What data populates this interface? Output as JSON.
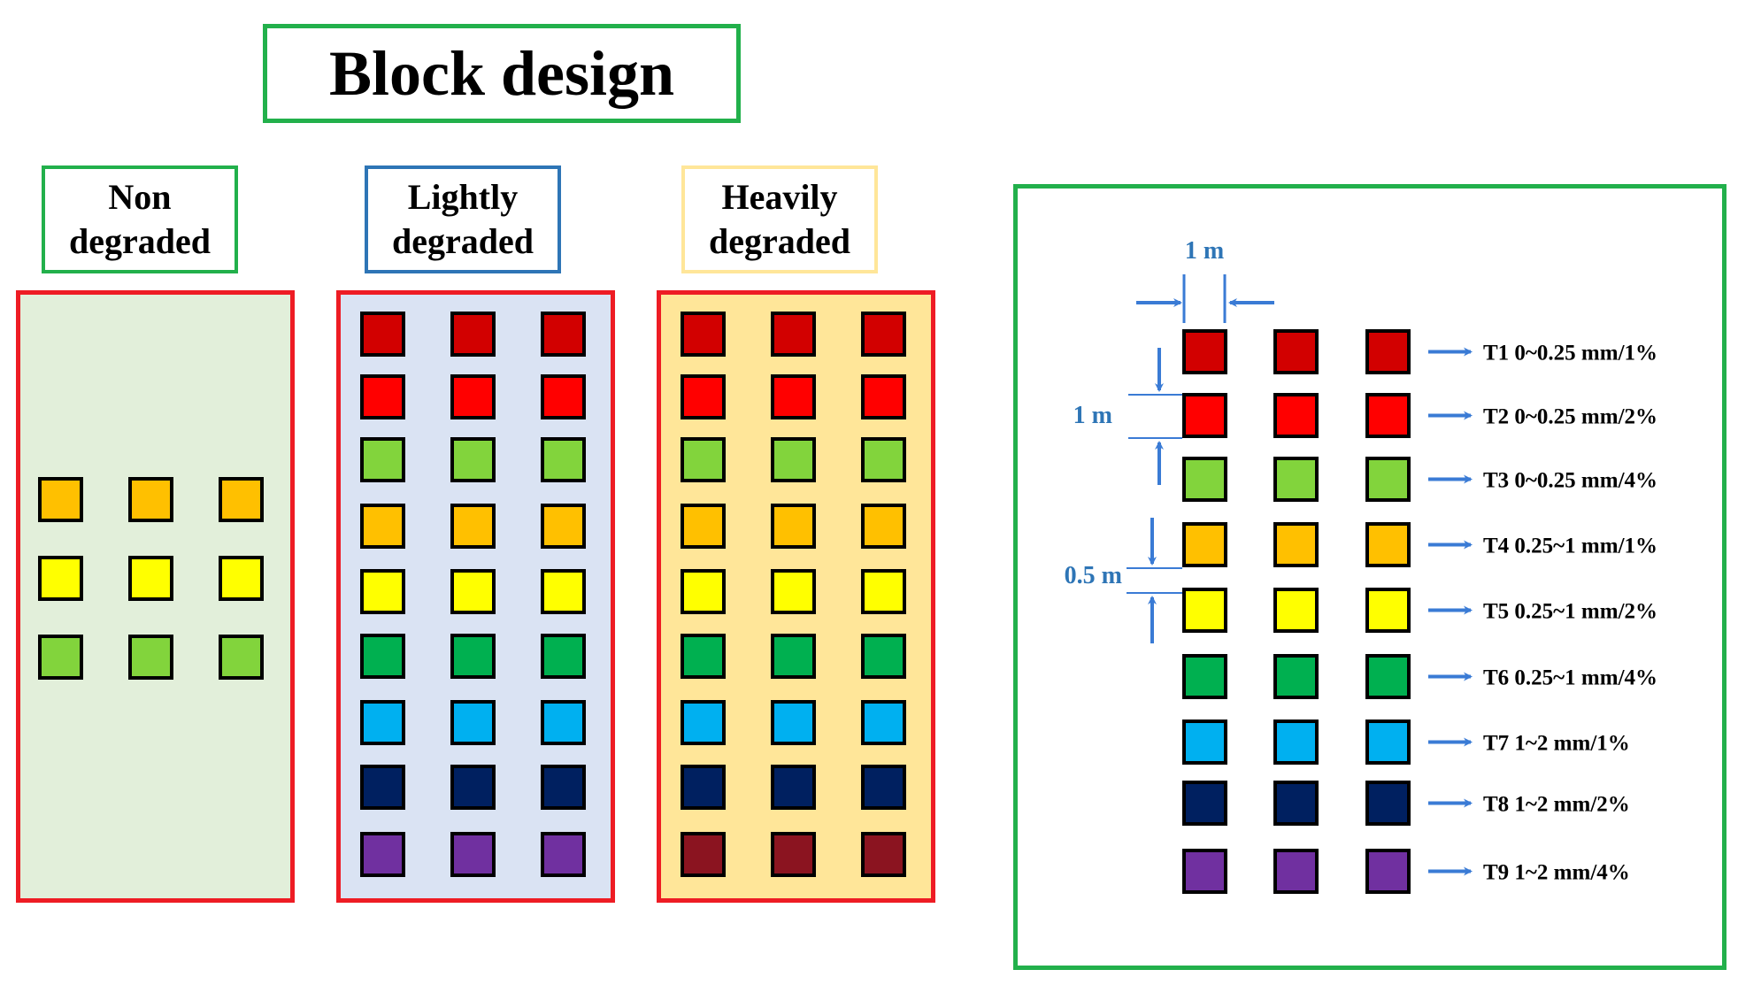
{
  "title": "Block design",
  "blocks": [
    {
      "label": "Non\ndegraded"
    },
    {
      "label": "Lightly\ndegraded"
    },
    {
      "label": "Heavily\ndegraded"
    }
  ],
  "colors": {
    "T1": "#d20000",
    "T2": "#ff0000",
    "T3": "#82d43c",
    "T4": "#ffc000",
    "T5": "#ffff00",
    "T6": "#00b050",
    "T7": "#00b0f0",
    "T8": "#002060",
    "T9": "#7030a0",
    "heavy_row9": "#8b1420",
    "arrow": "#3a7bd5"
  },
  "non_degraded_rows": [
    "T4",
    "T5",
    "T3"
  ],
  "lightly_degraded_rows": [
    "T1",
    "T2",
    "T3",
    "T4",
    "T5",
    "T6",
    "T7",
    "T8",
    "T9"
  ],
  "heavily_degraded_rows": [
    "T1",
    "T2",
    "T3",
    "T4",
    "T5",
    "T6",
    "T7",
    "T8",
    "heavy_row9"
  ],
  "dimensions": {
    "width": "1 m",
    "row_spacing": "1 m",
    "gap": "0.5 m"
  },
  "legend": [
    {
      "id": "T1",
      "label": "T1 0~0.25 mm/1%"
    },
    {
      "id": "T2",
      "label": "T2 0~0.25 mm/2%"
    },
    {
      "id": "T3",
      "label": "T3 0~0.25 mm/4%"
    },
    {
      "id": "T4",
      "label": "T4 0.25~1 mm/1%"
    },
    {
      "id": "T5",
      "label": "T5 0.25~1 mm/2%"
    },
    {
      "id": "T6",
      "label": "T6 0.25~1 mm/4%"
    },
    {
      "id": "T7",
      "label": "T7 1~2 mm/1%"
    },
    {
      "id": "T8",
      "label": "T8 1~2 mm/2%"
    },
    {
      "id": "T9",
      "label": "T9 1~2 mm/4%"
    }
  ]
}
